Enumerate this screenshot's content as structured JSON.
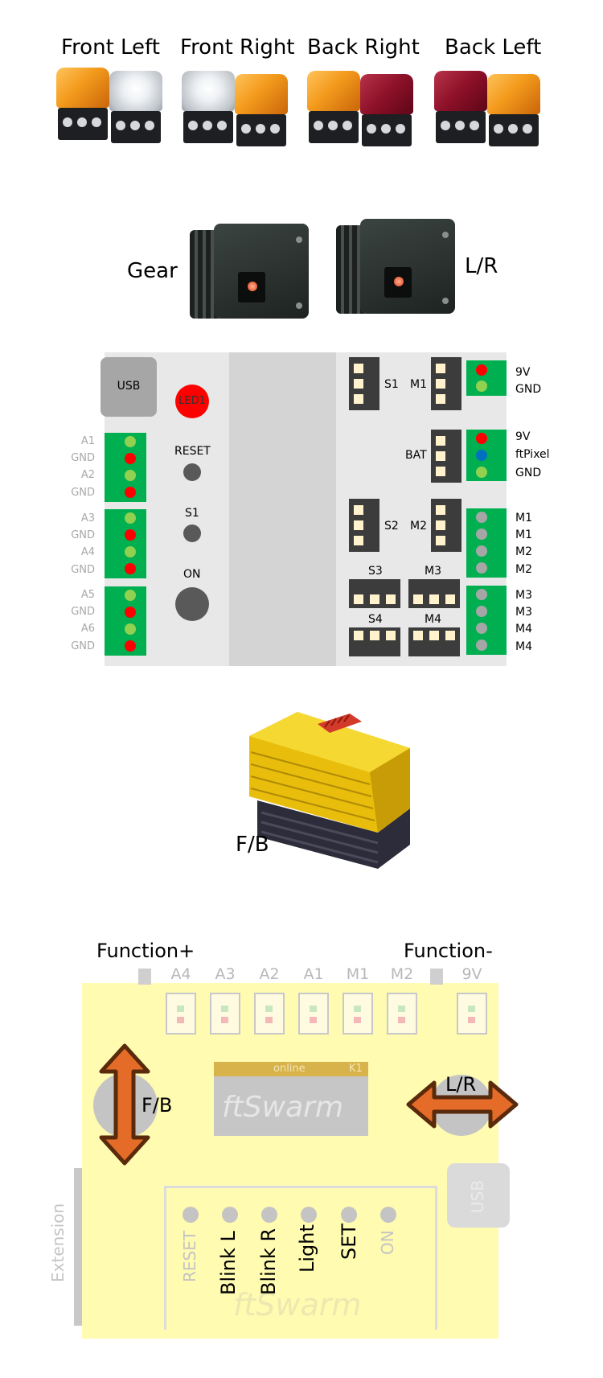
{
  "lamps": {
    "headers": [
      "Front Left",
      "Front Right",
      "Back Right",
      "Back Left"
    ]
  },
  "servos": {
    "left_label": "Gear",
    "right_label": "L/R"
  },
  "board": {
    "usb": "USB",
    "led": "LED1",
    "reset": "RESET",
    "s1_button": "S1",
    "on": "ON",
    "left_pins": [
      "A1",
      "GND",
      "A2",
      "GND",
      "A3",
      "GND",
      "A4",
      "GND",
      "A5",
      "GND",
      "A6",
      "GND"
    ],
    "port_labels": {
      "s1": "S1",
      "m1": "M1",
      "bat": "BAT",
      "s2": "S2",
      "m2": "M2",
      "s3": "S3",
      "m3": "M3",
      "s4": "S4",
      "m4": "M4"
    },
    "right_pins": [
      "9V",
      "GND",
      "9V",
      "ftPixel",
      "GND",
      "M1",
      "M1",
      "M2",
      "M2",
      "M3",
      "M3",
      "M4",
      "M4"
    ],
    "colors": {
      "green_block": "#00b050",
      "green_dot": "#92d050",
      "red_dot": "#ff0000",
      "blue_dot": "#0070c0",
      "gray_dot": "#a6a6a6",
      "header_dark": "#3c3c3c"
    }
  },
  "motor": {
    "label": "F/B"
  },
  "ftswarm": {
    "function_plus": "Function+",
    "function_minus": "Function-",
    "columns": [
      "A4",
      "A3",
      "A2",
      "A1",
      "M1",
      "M2",
      "9V"
    ],
    "display": {
      "status": "online",
      "id": "K1",
      "logo": "ftSwarm"
    },
    "joystick_left": "F/B",
    "joystick_right": "L/R",
    "usb": "USB",
    "extension": "Extension",
    "buttons": [
      "RESET",
      "Blink L",
      "Blink R",
      "Light",
      "SET",
      "ON"
    ],
    "watermark": "ftSwarm",
    "colors": {
      "board": "#fffbb0",
      "arrow": "#e46c28",
      "arrow_outline": "#5a2a0c"
    }
  }
}
